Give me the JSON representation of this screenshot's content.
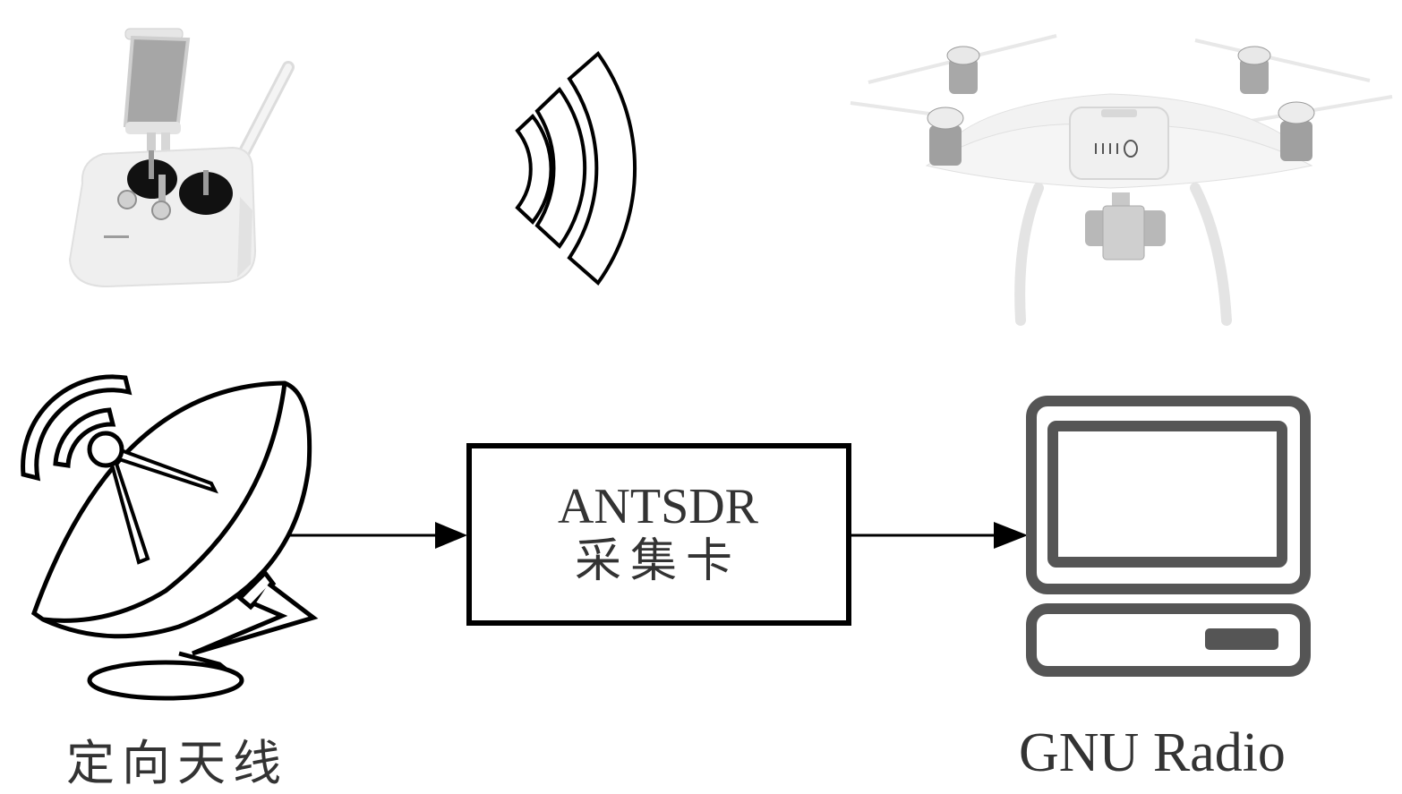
{
  "diagram": {
    "title": "UAV signal acquisition setup",
    "nodes": {
      "controller": {
        "name": "remote-controller",
        "icon": "remote-controller-image"
      },
      "signal": {
        "name": "wireless-signal",
        "icon": "signal-waves-icon"
      },
      "drone": {
        "name": "quadcopter-drone",
        "icon": "drone-image"
      },
      "antenna": {
        "name": "directional-antenna",
        "icon": "satellite-dish-icon",
        "caption": "定向天线"
      },
      "sdr": {
        "name": "antsdr-capture-card",
        "line1": "ANTSDR",
        "line2": "采集卡"
      },
      "computer": {
        "name": "gnu-radio-computer",
        "icon": "desktop-computer-icon",
        "caption": "GNU Radio"
      }
    },
    "edges": [
      {
        "from": "antenna",
        "to": "sdr",
        "style": "arrow"
      },
      {
        "from": "sdr",
        "to": "computer",
        "style": "arrow"
      }
    ],
    "colors": {
      "stroke": "#000000",
      "computer": "#555555",
      "text": "#333333"
    }
  }
}
